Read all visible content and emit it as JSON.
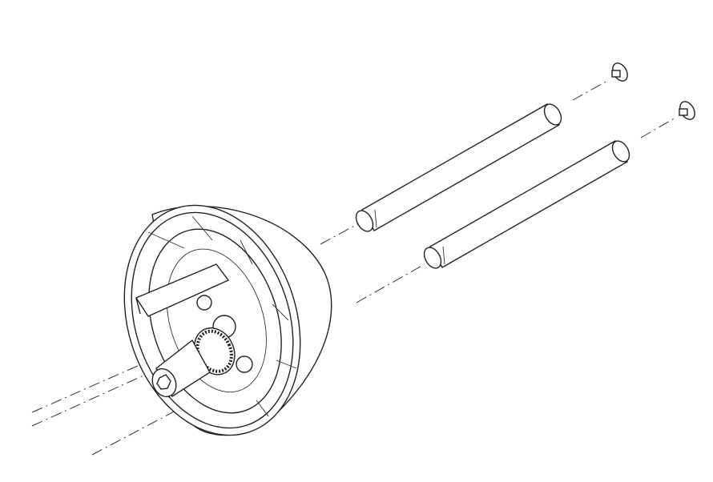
{
  "drawing": {
    "type": "exploded-assembly-view",
    "parts": [
      "wheel-hub-assembly",
      "pin",
      "pin",
      "screw",
      "screw"
    ],
    "line_color": "#222222",
    "background": "#ffffff"
  }
}
